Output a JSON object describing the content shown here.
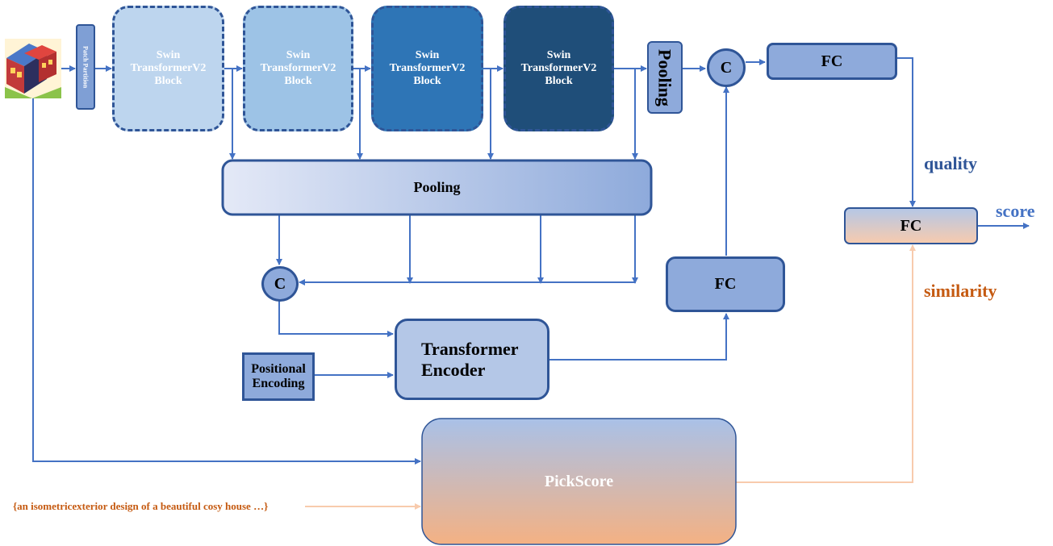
{
  "patch_partition": "Patch Partition",
  "swin_blocks": [
    {
      "line1": "Swin",
      "line2": "TransformerV2",
      "line3": "Block"
    },
    {
      "line1": "Swin",
      "line2": "TransformerV2",
      "line3": "Block"
    },
    {
      "line1": "Swin",
      "line2": "TransformerV2",
      "line3": "Block"
    },
    {
      "line1": "Swin",
      "line2": "TransformerV2",
      "line3": "Block"
    }
  ],
  "pooling_top": "Pooling",
  "pooling_wide": "Pooling",
  "concat_top": "C",
  "concat_mid": "C",
  "fc_top": "FC",
  "fc_mid": "FC",
  "fc_score": "FC",
  "transformer_encoder": {
    "line1": "Transformer",
    "line2": "Encoder"
  },
  "positional_encoding": {
    "line1": "Positional",
    "line2": "Encoding"
  },
  "pickscore": "PickScore",
  "prompt_text": "{an isometricexterior design of a beautiful cosy house …}",
  "labels": {
    "quality": "quality",
    "score": "score",
    "similarity": "similarity"
  },
  "colors": {
    "blue_arrow": "#4472c4",
    "orange_arrow": "#f8cbad",
    "quality_text": "#2f5597",
    "similarity_text": "#c55a11",
    "prompt_text": "#c55a11"
  },
  "icons": {
    "input_image": "isometric-house-icon"
  }
}
